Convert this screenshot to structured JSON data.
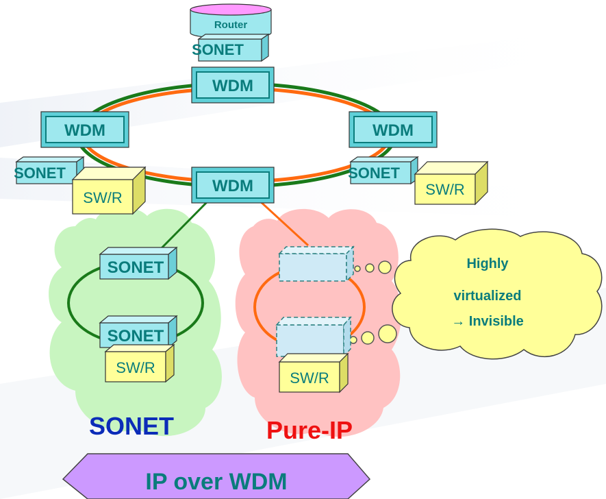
{
  "diagram": {
    "router_label": "Router",
    "wdm_label": "WDM",
    "sonet_label": "SONET",
    "swr_label": "SW/R",
    "cloud_text": [
      "Highly",
      "virtualized",
      "→ Invisible"
    ],
    "section_sonet": "SONET",
    "section_pureip": "Pure-IP",
    "banner": "IP over WDM"
  },
  "colors": {
    "wdm_fill": "#5fd0d8",
    "sonet_fill": "#9ee8ee",
    "box_text": "#0a7c7c",
    "router_top": "#ff99ff",
    "swr_fill": "#ffff99",
    "green_line": "#1a7a1a",
    "orange_line": "#ff6a10",
    "green_cloud": "#c8f5c0",
    "red_cloud": "#ffc2c2",
    "thought_cloud": "#ffff99",
    "sonet_title": "#0b2cb8",
    "pureip_title": "#ee1111",
    "banner_fill": "#cc99ff"
  }
}
